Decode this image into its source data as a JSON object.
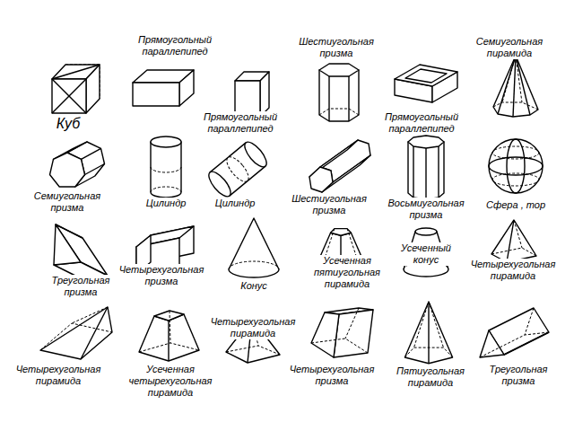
{
  "diagram": {
    "labels": [
      "Прямоугольный параллепипед",
      "Шестиугольная призма",
      "Семиугольная пирамида",
      "Куб",
      "Прямоугольный параллепипед",
      "Прямоугольный параллепипед",
      "Семиугольная призма",
      "Цилиндр",
      "Цилиндр",
      "Шестиугольная призма",
      "Восьмиугольная призма",
      "Сфера , тор",
      "Треугольная призма",
      "Четырехугольная призма",
      "Конус",
      "Усеченная пятиугольная пирамида",
      "Усеченный конус",
      "Четырехугольная пирамида",
      "Четырехугольная пирамида",
      "Четырехугольная пирамида",
      "Усеченная четырехугольная пирамида",
      "Четырехугольная призма",
      "Пятиугольная пирамида",
      "Треугольная призма"
    ]
  }
}
